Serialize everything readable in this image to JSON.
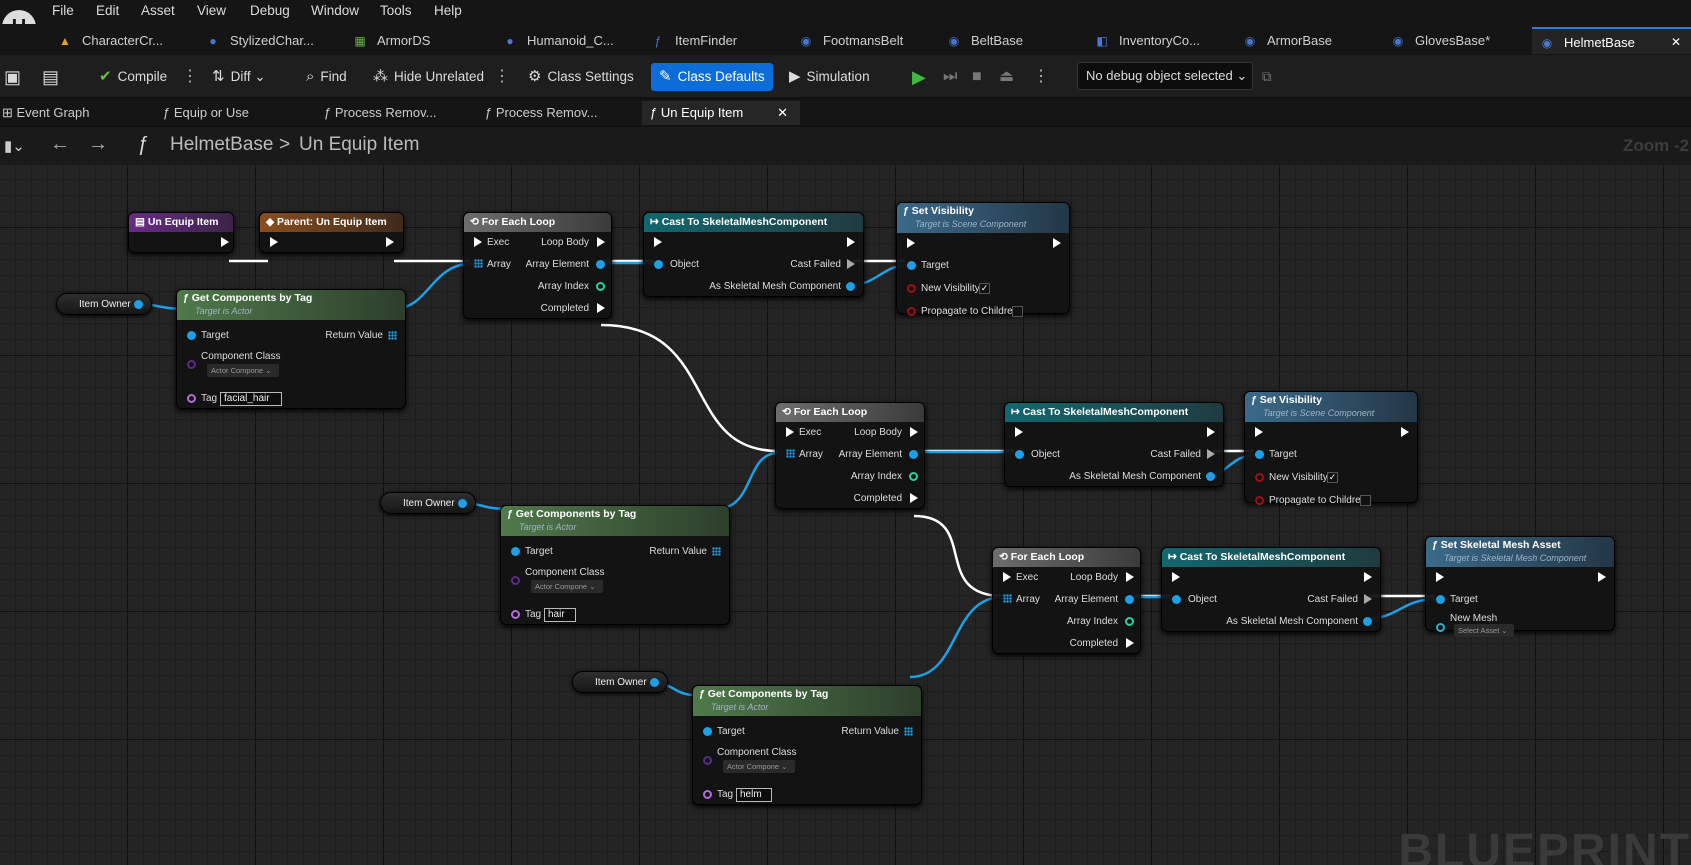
{
  "menu": [
    "File",
    "Edit",
    "Asset",
    "View",
    "Debug",
    "Window",
    "Tools",
    "Help"
  ],
  "doc_tabs": [
    {
      "label": "CharacterCr...",
      "icon": "warning-icon"
    },
    {
      "label": "StylizedChar...",
      "icon": "person-icon"
    },
    {
      "label": "ArmorDS",
      "icon": "datatable-icon"
    },
    {
      "label": "Humanoid_C...",
      "icon": "person-icon"
    },
    {
      "label": "ItemFinder",
      "icon": "function-icon"
    },
    {
      "label": "FootmansBelt",
      "icon": "blueprint-icon"
    },
    {
      "label": "BeltBase",
      "icon": "blueprint-icon"
    },
    {
      "label": "InventoryCo...",
      "icon": "component-icon"
    },
    {
      "label": "ArmorBase",
      "icon": "blueprint-icon"
    },
    {
      "label": "GlovesBase*",
      "icon": "blueprint-icon"
    },
    {
      "label": "HelmetBase",
      "icon": "blueprint-icon",
      "close": "✕"
    }
  ],
  "toolbar": {
    "compile": "Compile",
    "diff": "Diff",
    "find": "Find",
    "hide_unrelated": "Hide Unrelated",
    "class_settings": "Class Settings",
    "class_defaults": "Class Defaults",
    "simulation": "Simulation",
    "debug_object": "No debug object selected"
  },
  "subtabs": [
    "Event Graph",
    "Equip or Use",
    "Process Remov...",
    "Process Remov...",
    "Un Equip Item"
  ],
  "subtab_close": "✕",
  "breadcrumb": {
    "root": "HelmetBase",
    "sep": ">",
    "current": "Un Equip Item",
    "func": "ƒ"
  },
  "zoom_label": "Zoom -2",
  "watermark": "BLUEPRINT",
  "nodes": {
    "entry": {
      "title": "Un Equip Item"
    },
    "parent": {
      "title": "Parent: Un Equip Item"
    },
    "loop_title": "For Each Loop",
    "loop_pins": {
      "exec": "Exec",
      "array": "Array",
      "loop_body": "Loop Body",
      "array_element": "Array Element",
      "array_index": "Array Index",
      "completed": "Completed"
    },
    "cast_title": "Cast To SkeletalMeshComponent",
    "cast_pins": {
      "object": "Object",
      "cast_failed": "Cast Failed",
      "as_skel": "As Skeletal Mesh Component"
    },
    "getcomp_title": "Get Components by Tag",
    "getcomp_sub": "Target is Actor",
    "getcomp_pins": {
      "target": "Target",
      "return": "Return Value",
      "class": "Component Class",
      "class_val": "Actor Compone",
      "tag": "Tag"
    },
    "tags": [
      "facial_hair",
      "hair",
      "helm"
    ],
    "owner": "Item Owner",
    "setvis_title": "Set Visibility",
    "setvis_sub": "Target is Scene Component",
    "setvis_pins": {
      "target": "Target",
      "new_vis": "New Visibility",
      "propagate": "Propagate to Children"
    },
    "setmesh_title": "Set Skeletal Mesh Asset",
    "setmesh_sub": "Target is Skeletal Mesh Component",
    "setmesh_pins": {
      "target": "Target",
      "new_mesh": "New Mesh",
      "select": "Select Asset"
    },
    "check": "✓"
  }
}
